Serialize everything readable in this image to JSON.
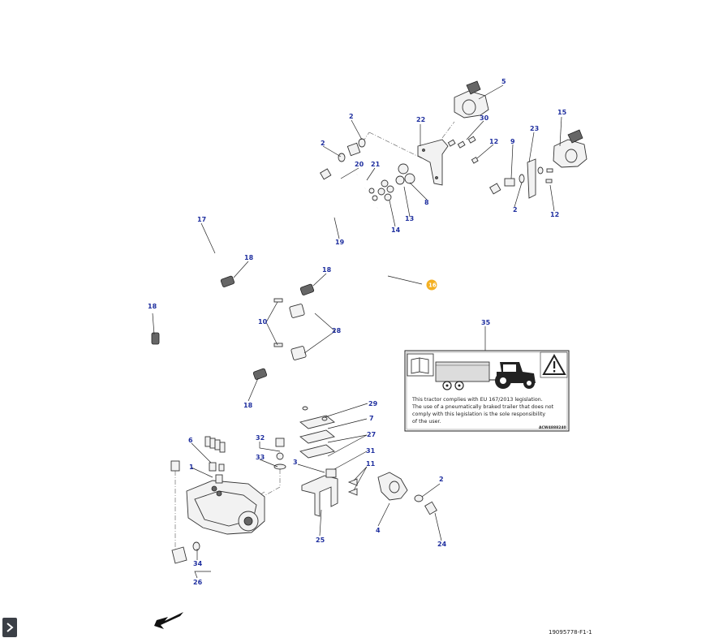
{
  "reference_code": "19095778-F1-1",
  "highlight_color": "#f4b021",
  "callout_color": "#1f2f9f",
  "callouts": [
    {
      "label": "5"
    },
    {
      "label": "2"
    },
    {
      "label": "30"
    },
    {
      "label": "22"
    },
    {
      "label": "15"
    },
    {
      "label": "2"
    },
    {
      "label": "12"
    },
    {
      "label": "9"
    },
    {
      "label": "23"
    },
    {
      "label": "20"
    },
    {
      "label": "21"
    },
    {
      "label": "8"
    },
    {
      "label": "2"
    },
    {
      "label": "12"
    },
    {
      "label": "17"
    },
    {
      "label": "13"
    },
    {
      "label": "14"
    },
    {
      "label": "19"
    },
    {
      "label": "18"
    },
    {
      "label": "18"
    },
    {
      "label": "16"
    },
    {
      "label": "18"
    },
    {
      "label": "10"
    },
    {
      "label": "28"
    },
    {
      "label": "35"
    },
    {
      "label": "18"
    },
    {
      "label": "29"
    },
    {
      "label": "7"
    },
    {
      "label": "32"
    },
    {
      "label": "27"
    },
    {
      "label": "6"
    },
    {
      "label": "33"
    },
    {
      "label": "31"
    },
    {
      "label": "3"
    },
    {
      "label": "11"
    },
    {
      "label": "1"
    },
    {
      "label": "2"
    },
    {
      "label": "4"
    },
    {
      "label": "25"
    },
    {
      "label": "24"
    },
    {
      "label": "34"
    },
    {
      "label": "26"
    }
  ],
  "safety_label": {
    "text_lines": [
      "This tractor complies with EU 167/2013 legislation.",
      "The use of a pneumatically braked trailer that does not",
      "comply with this legislation is the sole responsibility",
      "of the user."
    ],
    "code": "ACW4888240"
  },
  "icons": {
    "expand": "chevron-right-icon",
    "direction": "direction-arrow-icon",
    "warning": "warning-icon",
    "book": "manual-book-icon"
  }
}
